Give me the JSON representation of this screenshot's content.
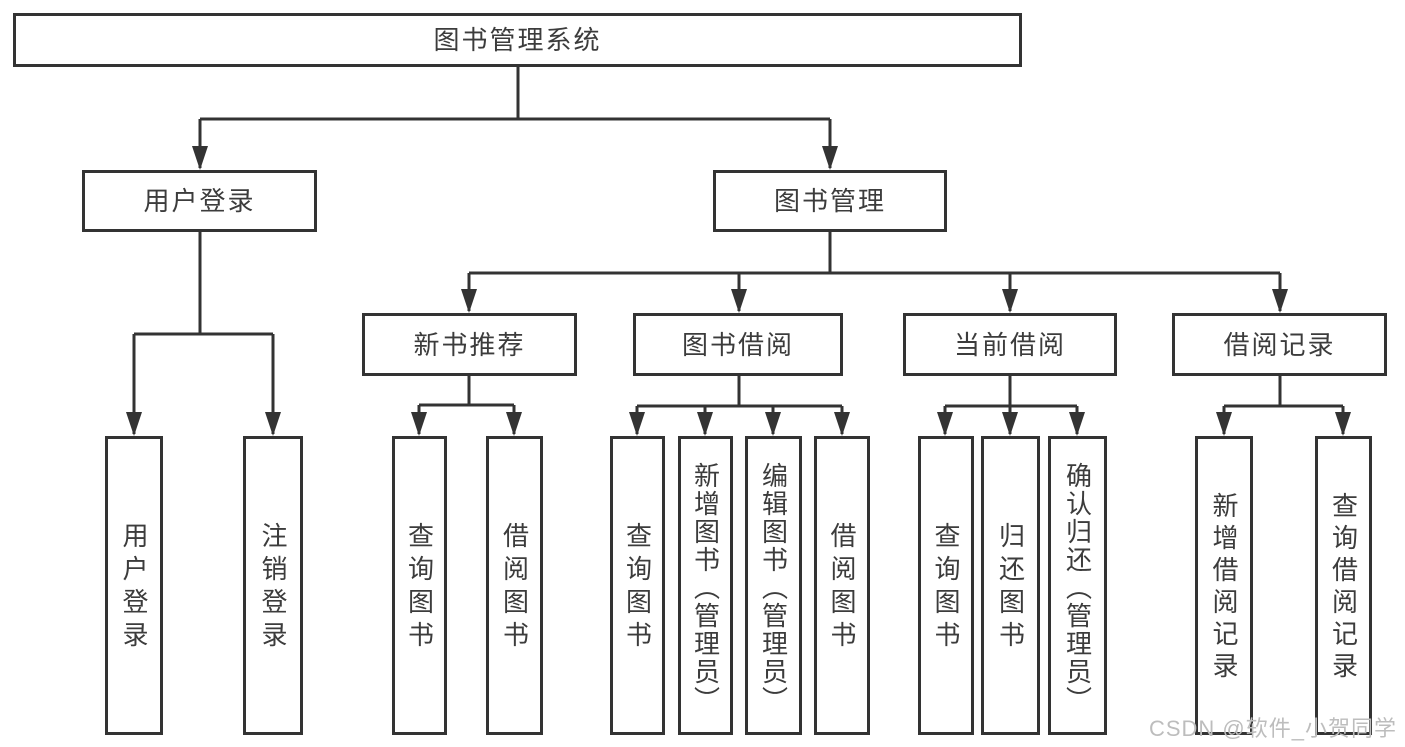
{
  "diagram": {
    "root": {
      "label": "图书管理系统"
    },
    "branches": [
      {
        "label": "用户登录",
        "children": [
          {
            "label": "用户登录"
          },
          {
            "label": "注销登录"
          }
        ]
      },
      {
        "label": "图书管理",
        "children": [
          {
            "label": "新书推荐",
            "children": [
              {
                "label": "查询图书"
              },
              {
                "label": "借阅图书"
              }
            ]
          },
          {
            "label": "图书借阅",
            "children": [
              {
                "label": "查询图书"
              },
              {
                "label": "新增图书（管理员）"
              },
              {
                "label": "编辑图书（管理员）"
              },
              {
                "label": "借阅图书"
              }
            ]
          },
          {
            "label": "当前借阅",
            "children": [
              {
                "label": "查询图书"
              },
              {
                "label": "归还图书"
              },
              {
                "label": "确认归还（管理员）"
              }
            ]
          },
          {
            "label": "借阅记录",
            "children": [
              {
                "label": "新增借阅记录"
              },
              {
                "label": "查询借阅记录"
              }
            ]
          }
        ]
      }
    ]
  },
  "watermark": {
    "text": "CSDN @软件_小贺同学"
  },
  "colors": {
    "line": "#333333",
    "text": "#3c3c3c",
    "watermark": "#bdbdbd",
    "background": "#ffffff"
  }
}
